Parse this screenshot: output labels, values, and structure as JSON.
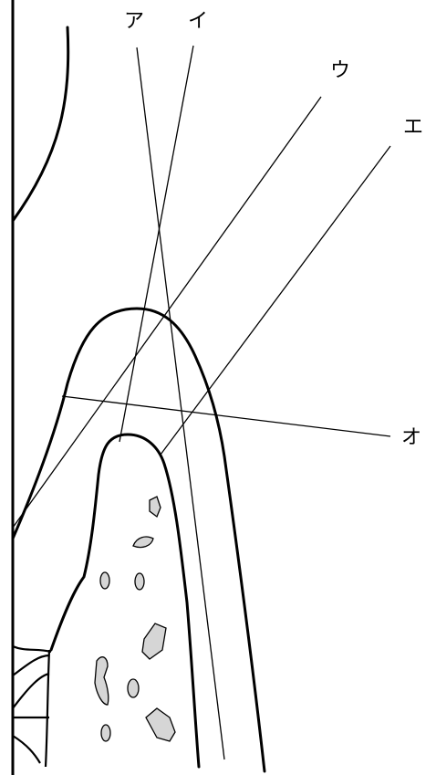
{
  "labels": {
    "a": "ア",
    "i": "イ",
    "u": "ウ",
    "e": "エ",
    "o": "オ"
  }
}
